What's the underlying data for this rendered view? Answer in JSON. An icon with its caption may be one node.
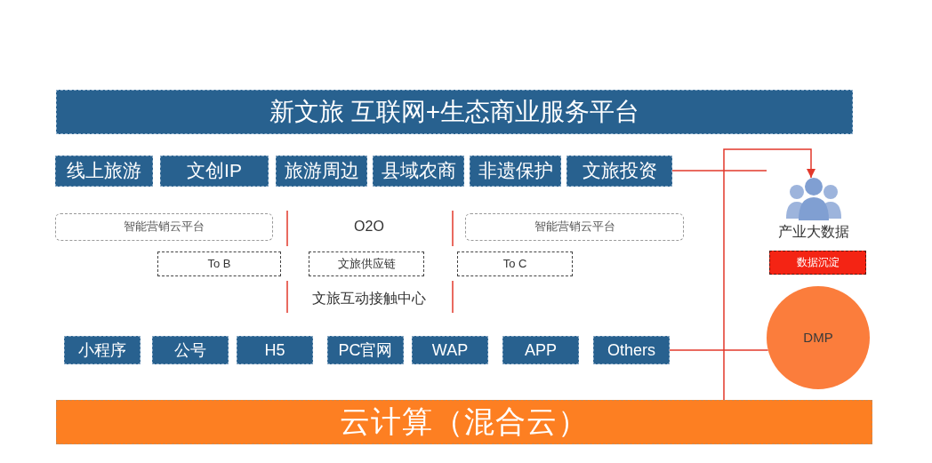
{
  "diagram": {
    "nodes": [
      {
        "text": [
          "新文旅 互联网+生态商业服务平台"
        ]
      },
      {
        "text": [
          "线上旅游"
        ]
      },
      {
        "text": [
          "文创IP"
        ]
      },
      {
        "text": [
          "旅游周边"
        ]
      },
      {
        "text": [
          "县域农商"
        ]
      },
      {
        "text": [
          "非遗保护"
        ]
      },
      {
        "text": [
          "文旅投资"
        ]
      },
      {
        "text": [
          "智能营销云平台"
        ]
      },
      {
        "text": [
          "O2O"
        ]
      },
      {
        "text": [
          "智能营销云平台"
        ]
      },
      {
        "text": [
          "To B"
        ]
      },
      {
        "text": [
          "文旅供应链"
        ]
      },
      {
        "text": [
          "To C"
        ]
      },
      {
        "text": [
          "文旅互动接触中心"
        ]
      },
      {
        "text": [
          "小程序"
        ]
      },
      {
        "text": [
          "公号"
        ]
      },
      {
        "text": [
          "H5"
        ]
      },
      {
        "text": [
          "PC官网"
        ]
      },
      {
        "text": [
          "WAP"
        ]
      },
      {
        "text": [
          "APP"
        ]
      },
      {
        "text": [
          "Others"
        ]
      },
      {
        "text": [],
        "shape": "person",
        "beside": [
          "产业大数据"
        ]
      },
      {
        "text": [
          "数据沉淀"
        ]
      },
      {
        "text": [
          "DMP"
        ]
      },
      {
        "text": [
          "云计算（混合云）"
        ]
      }
    ],
    "edges": [
      {
        "from": 24,
        "to": 21,
        "arrow": "to"
      },
      {
        "from": 6,
        "to": null,
        "arrow": "none"
      },
      {
        "from": 20,
        "to": 23,
        "arrow": "none"
      }
    ]
  }
}
